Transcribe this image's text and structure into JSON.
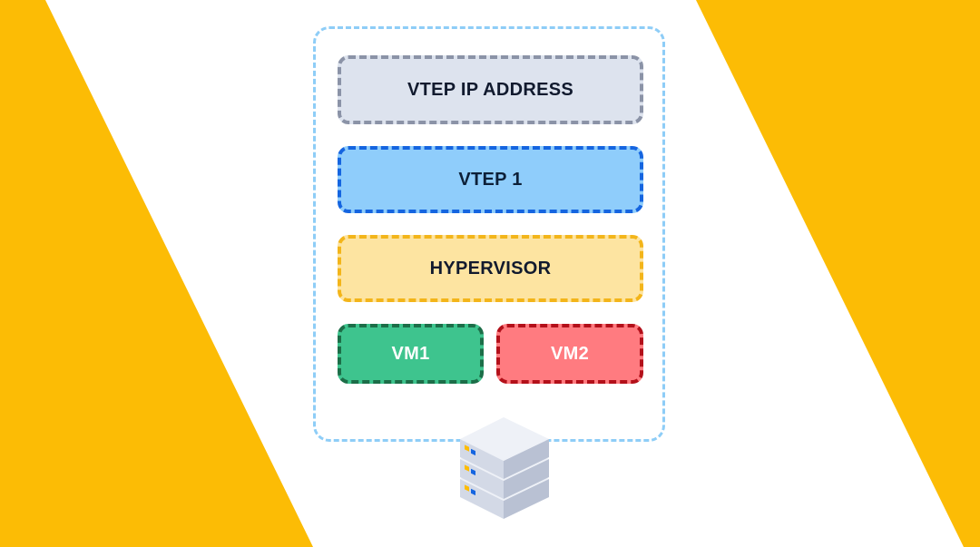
{
  "diagram": {
    "layers": {
      "vtep_ip": "VTEP IP ADDRESS",
      "vtep": "VTEP 1",
      "hypervisor": "HYPERVISOR",
      "vm1": "VM1",
      "vm2": "VM2"
    },
    "server_icon": "server-stack-icon"
  },
  "colors": {
    "accent_yellow": "#fcbc05",
    "outer_border": "#8ecdf7",
    "vtep_ip_fill": "#dde3ee",
    "vtep_ip_border": "#8b93a7",
    "vtep_fill": "#8fcdfb",
    "vtep_border": "#1565e0",
    "hypervisor_fill": "#fde4a1",
    "hypervisor_border": "#f3b51a",
    "vm1_fill": "#3ec48e",
    "vm1_border": "#1c6e48",
    "vm2_fill": "#ff7b80",
    "vm2_border": "#b3101a"
  }
}
